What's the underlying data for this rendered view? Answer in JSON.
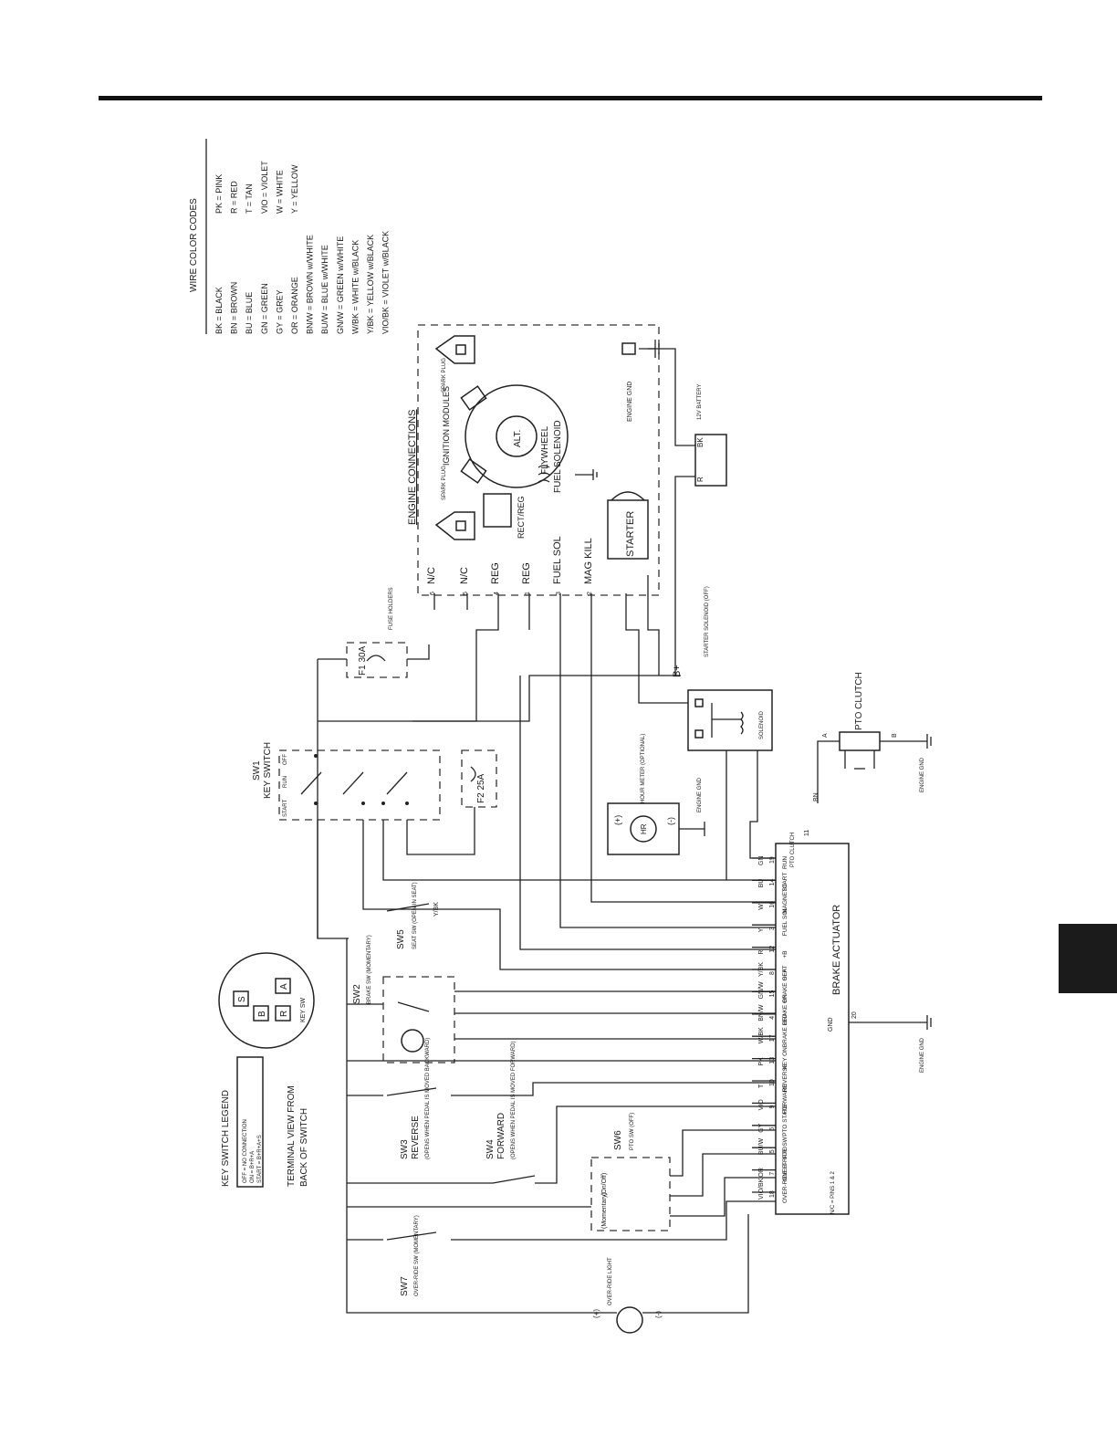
{
  "wire_codes": {
    "title": "WIRE COLOR CODES",
    "left": [
      "BK   = BLACK",
      "BN   = BROWN",
      "BU   = BLUE",
      "GN   = GREEN",
      "GY   = GREY",
      "OR   = ORANGE",
      "BN/W  = BROWN w/WHITE",
      "BU/W  = BLUE w/WHITE",
      "GN/W  = GREEN w/WHITE",
      "W/BK  = WHITE w/BLACK",
      "Y/BK  = YELLOW w/BLACK",
      "VIO/BK = VIOLET w/BLACK"
    ],
    "right": [
      "PK = PINK",
      "R  = RED",
      "T  = TAN",
      "VIO = VIOLET",
      "W  = WHITE",
      "Y  = YELLOW"
    ]
  },
  "engine": {
    "title": "ENGINE CONNECTIONS",
    "pins": [
      {
        "num": "6",
        "label": "N/C"
      },
      {
        "num": "5",
        "label": "N/C"
      },
      {
        "num": "4",
        "label": "REG"
      },
      {
        "num": "1",
        "label": "REG"
      },
      {
        "num": "3",
        "label": "FUEL SOL"
      },
      {
        "num": "2",
        "label": "MAG KILL"
      }
    ],
    "spark_plug": "SPARK PLUG",
    "ignition": "IGNITION MODULES",
    "alt": "ALT.",
    "flywheel": "FLYWHEEL",
    "fuel_solenoid": "FUEL SOLENOID",
    "rect_reg": "RECT/REG",
    "starter": "STARTER",
    "engine_gnd": "ENGINE GND",
    "battery": "12V BATTERY"
  },
  "fuse": {
    "holders": "FUSE HOLDERS",
    "f1": "F1  30A",
    "f2": "F2  25A"
  },
  "key_switch": {
    "id": "SW1",
    "title": "KEY SWITCH",
    "positions": [
      "START",
      "RUN",
      "OFF"
    ],
    "legend_title": "KEY SWITCH LEGEND",
    "legend": [
      "OFF   = NO CONNECTION",
      "ON    = B+R+A",
      "START = B+R+A+S"
    ],
    "terminal_note_1": "TERMINAL VIEW FROM",
    "terminal_note_2": "BACK OF SWITCH",
    "terminals": [
      "S",
      "B",
      "R",
      "A"
    ],
    "key_sw_label": "KEY SW"
  },
  "starter_solenoid": {
    "title": "STARTER SOLENOID (OFF)",
    "label": "SOLENOID",
    "bplus": "B+"
  },
  "pto_clutch": {
    "title": "PTO CLUTCH",
    "a": "A",
    "b": "B",
    "gnd": "ENGINE GND"
  },
  "hour_meter": {
    "title": "HOUR METER (OPTIONAL)",
    "gnd": "ENGINE GND",
    "hr": "HR"
  },
  "switches": {
    "sw2": {
      "id": "SW2",
      "title": "BRAKE SW (MOMENTARY)"
    },
    "sw3": {
      "id": "SW3",
      "title": "REVERSE",
      "note": "(OPENS WHEN PEDAL IS MOVED BACKWARD)"
    },
    "sw4": {
      "id": "SW4",
      "title": "FORWARD",
      "note": "(OPENS WHEN PEDAL IS MOVED FORWARD)"
    },
    "sw5": {
      "id": "SW5",
      "title": "SEAT SW (OPEN IN SEAT)"
    },
    "sw6": {
      "id": "SW6",
      "title": "PTO SW (OFF)",
      "on_off": "(On/Off)",
      "momentary": "(Momentary)"
    },
    "sw7": {
      "id": "SW7",
      "title": "OVER-RIDE SW (MOMENTARY)"
    },
    "light": "OVER-RIDE LIGHT"
  },
  "brake_actuator": {
    "title": "BRAKE ACTUATOR",
    "note": "N/C = PINS 1 & 2",
    "gnd": "GND",
    "gnd_pin": "20",
    "gnd_label": "ENGINE GND",
    "pins": [
      {
        "color": "GN",
        "num": "19",
        "label": "RUN"
      },
      {
        "color": "BU",
        "num": "14",
        "label": "START"
      },
      {
        "color": "W",
        "num": "16",
        "label": "MAGNETO"
      },
      {
        "color": "Y",
        "num": "3",
        "label": "FUEL SOL"
      },
      {
        "color": "R",
        "num": "12",
        "label": "+B"
      },
      {
        "color": "Y/BK",
        "num": "8",
        "label": "SEAT"
      },
      {
        "color": "GN/W",
        "num": "15",
        "label": "BRAKE OFF"
      },
      {
        "color": "BN/W",
        "num": "4",
        "label": "BRAKE ON"
      },
      {
        "color": "W/BK",
        "num": "17",
        "label": "BRAKE LED"
      },
      {
        "color": "PK",
        "num": "13",
        "label": "KEY ON"
      },
      {
        "color": "T",
        "num": "10",
        "label": "REVERSE"
      },
      {
        "color": "VIO",
        "num": "9",
        "label": "FORWARD"
      },
      {
        "color": "GY",
        "num": "6",
        "label": "PTO STATE"
      },
      {
        "color": "BU/W",
        "num": "5",
        "label": "PTO"
      },
      {
        "color": "OR",
        "num": "7",
        "label": "OVER-RIDE SW"
      },
      {
        "color": "VIO/BK",
        "num": "18",
        "label": "OVER-RIDE LT"
      }
    ],
    "pto_clutch_pin": {
      "num": "11",
      "label": "PTO CLUTCH",
      "color": "BN"
    }
  }
}
